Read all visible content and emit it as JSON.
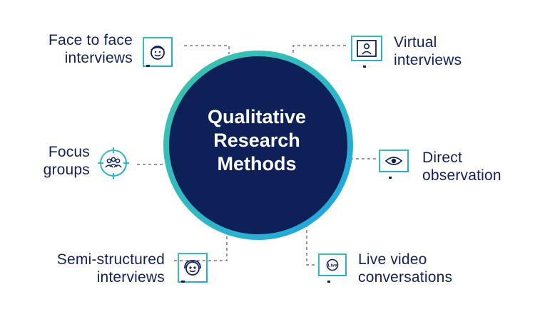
{
  "center": {
    "title_lines": [
      "Qualitative",
      "Research",
      "Methods"
    ]
  },
  "methods": [
    {
      "id": "face-to-face",
      "lines": [
        "Face to face",
        "interviews"
      ],
      "icon": "smiley-face-icon"
    },
    {
      "id": "virtual",
      "lines": [
        "Virtual",
        "interviews"
      ],
      "icon": "monitor-person-icon"
    },
    {
      "id": "focus-groups",
      "lines": [
        "Focus",
        "groups"
      ],
      "icon": "group-target-icon"
    },
    {
      "id": "direct-observation",
      "lines": [
        "Direct",
        "observation"
      ],
      "icon": "monitor-eye-icon"
    },
    {
      "id": "semi-structured",
      "lines": [
        "Semi-structured",
        "interviews"
      ],
      "icon": "smiley-face-icon"
    },
    {
      "id": "live-video",
      "lines": [
        "Live video",
        "conversations"
      ],
      "icon": "monitor-live-icon"
    }
  ],
  "icon_live_text": "Live",
  "colors": {
    "navy": "#0d2158",
    "teal": "#3ec4a8",
    "blue": "#1fa8e0",
    "text": "#14205a",
    "dash": "#555e7a"
  }
}
